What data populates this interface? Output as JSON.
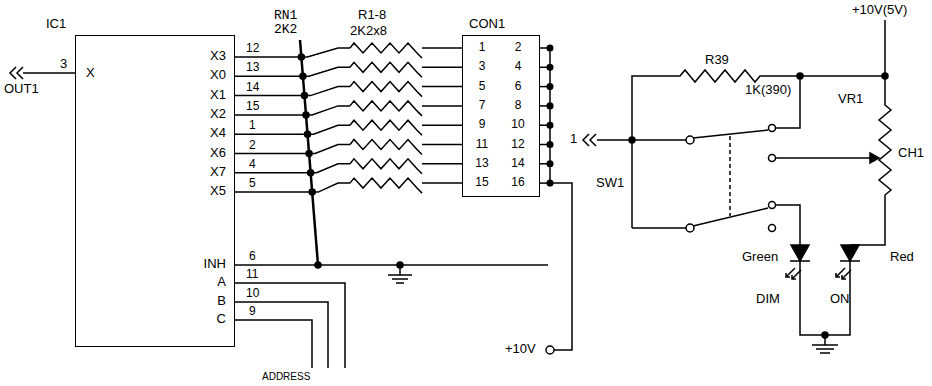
{
  "diagram": {
    "nodes": [
      {
        "text": [
          "IC1",
          "X",
          "X3",
          "X0",
          "X1",
          "X2",
          "X4",
          "X6",
          "X7",
          "X5",
          "INH",
          "A",
          "B",
          "C"
        ]
      },
      {
        "text": [
          "CON1",
          "1",
          "2",
          "3",
          "4",
          "5",
          "6",
          "7",
          "8",
          "9",
          "10",
          "11",
          "12",
          "13",
          "14",
          "15",
          "16"
        ]
      }
    ],
    "edges": [
      {
        "from": 0,
        "to": 1,
        "arrow": "none"
      },
      {
        "from": 0,
        "to": 1,
        "arrow": "none"
      },
      {
        "from": 0,
        "to": 1,
        "arrow": "none"
      },
      {
        "from": 0,
        "to": 1,
        "arrow": "none"
      },
      {
        "from": 0,
        "to": 1,
        "arrow": "none"
      },
      {
        "from": 0,
        "to": 1,
        "arrow": "none"
      },
      {
        "from": 0,
        "to": 1,
        "arrow": "none"
      },
      {
        "from": 0,
        "to": 1,
        "arrow": "none"
      }
    ],
    "labels": [
      "3",
      "OUT1",
      "12",
      "13",
      "14",
      "15",
      "1",
      "2",
      "4",
      "5",
      "6",
      "11",
      "10",
      "9",
      "RN1",
      "2K2",
      "R1-8",
      "2K2x8",
      "ADDRESS",
      "+10V",
      "+10V(5V)",
      "R39",
      "1K(390)",
      "VR1",
      "CH1",
      "1",
      "SW1",
      "Green",
      "Red",
      "DIM",
      "ON"
    ]
  }
}
